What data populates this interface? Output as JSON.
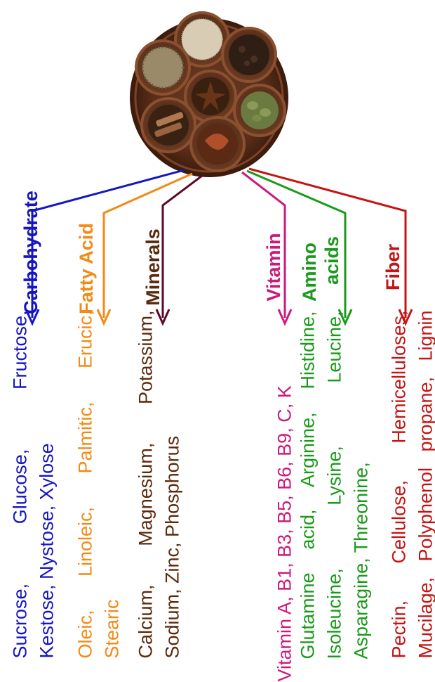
{
  "colors": {
    "carbohydrate": "#1515c4",
    "fatty_acid": "#f28a16",
    "minerals": "#5a2a0c",
    "minerals_arrow": "#5a0a2a",
    "vitamin": "#cc1a7a",
    "amino_acids": "#1a9a1a",
    "fiber": "#c41414"
  },
  "image": {
    "name": "spice-box-photo",
    "description_icon": "spice-bowls"
  },
  "categories": [
    {
      "key": "carbohydrate",
      "heading": [
        "Carbohydrate"
      ],
      "items": [
        "Sucrose,      Glucose,      Fructose,",
        "Kestose, Nystose, Xylose"
      ]
    },
    {
      "key": "fatty_acid",
      "heading": [
        "Fatty Acid"
      ],
      "items": [
        "Oleic,  Linoleic,  Palmitic,  Erucic,",
        "Stearic"
      ]
    },
    {
      "key": "minerals",
      "heading": [
        "Minerals"
      ],
      "items": [
        "Calcium,  Magnesium,  Potassium,",
        "Sodium, Zinc, Phosphorus"
      ]
    },
    {
      "key": "vitamin",
      "heading": [
        "Vitamin"
      ],
      "items": [
        "Vitamin A, B1, B3, B5, B6, B9, C, K"
      ]
    },
    {
      "key": "amino_acids",
      "heading": [
        "Amino",
        "acids"
      ],
      "items": [
        "Glutamine  acid,  Arginine,  Histidine,",
        "Isoleucine,       Lysine,       Leucine,",
        "Asparagine, Threonine,"
      ]
    },
    {
      "key": "fiber",
      "heading": [
        "Fiber"
      ],
      "items": [
        "Pectin, Cellulose, Hemicelluloses,",
        "Mucilage, Polyphenol propane, Lignin"
      ]
    }
  ]
}
